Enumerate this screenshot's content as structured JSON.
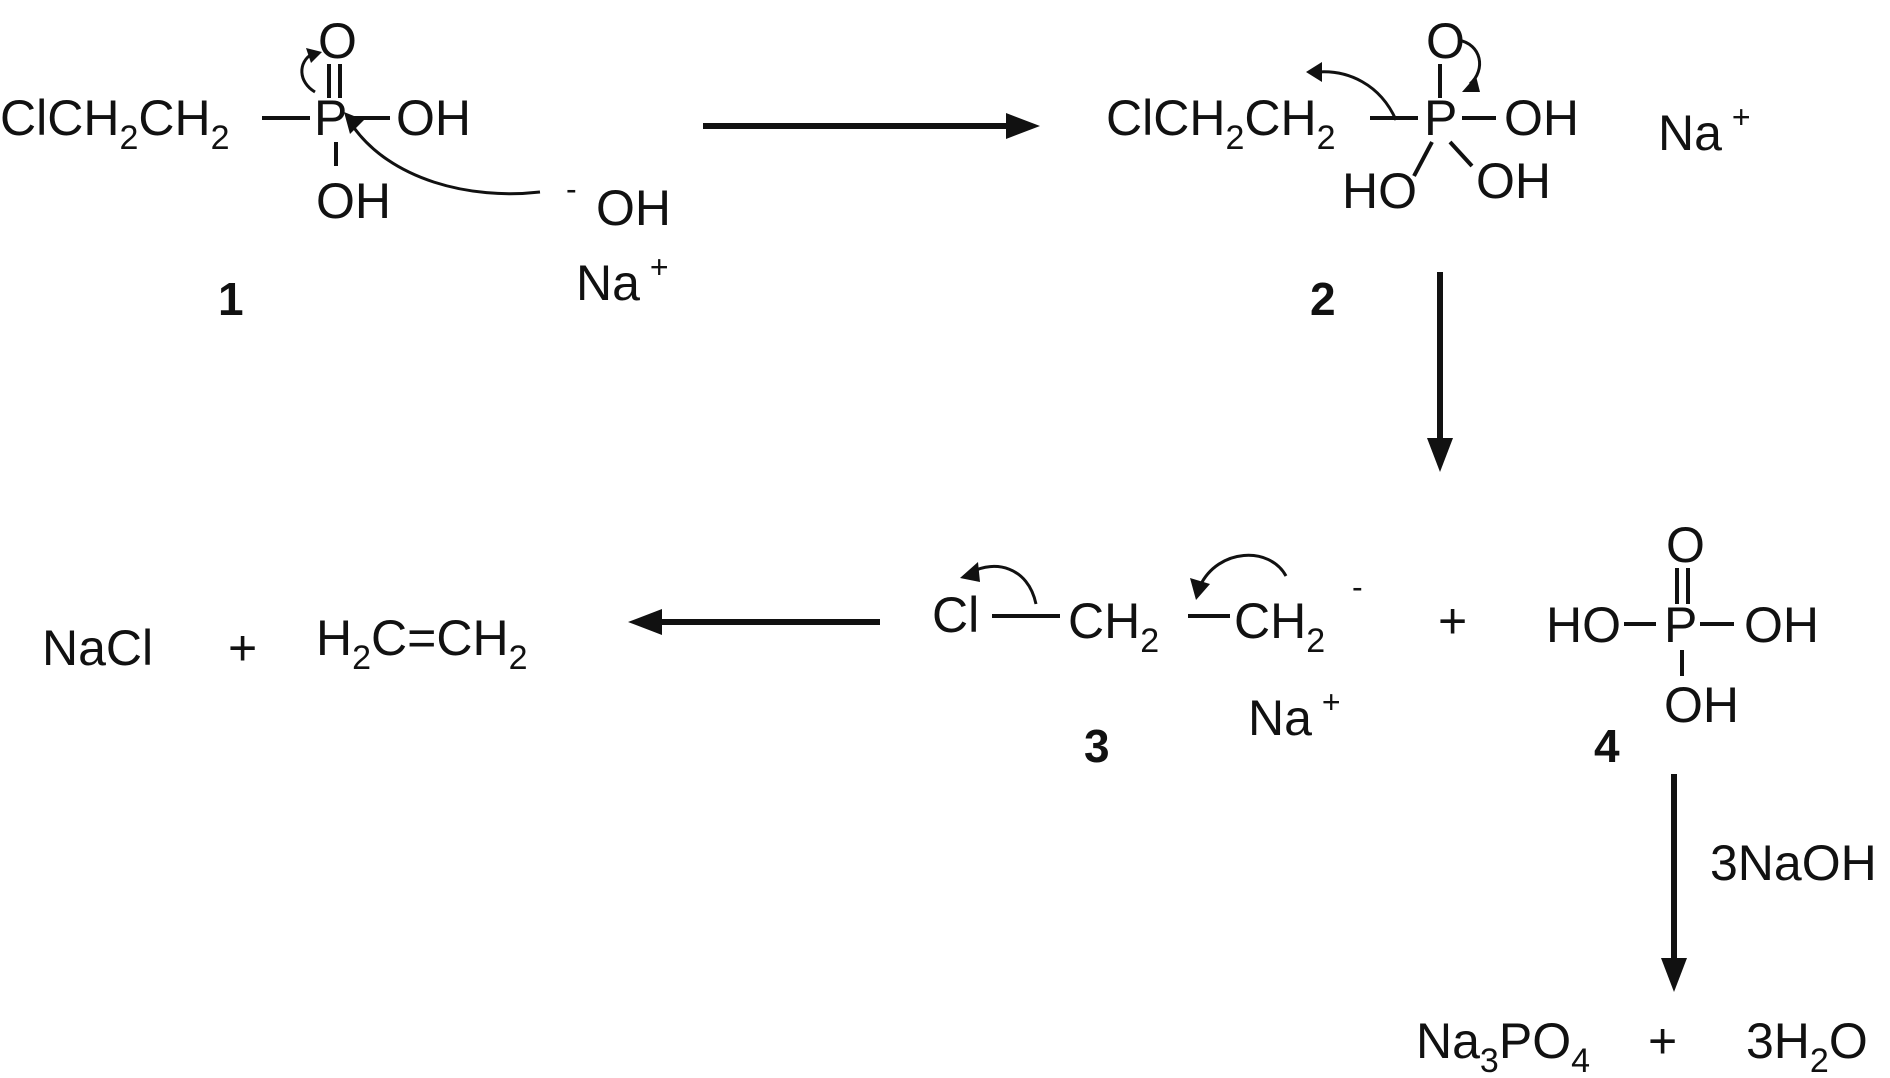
{
  "colors": {
    "ink": "#111111",
    "background": "#ffffff"
  },
  "compound1": {
    "chain": "ClCH",
    "chain_sub1": "2",
    "chain_mid": "CH",
    "chain_sub2": "2",
    "phosphorus": "P",
    "oxygen_top": "O",
    "oh_right": "OH",
    "oh_bottom": "OH",
    "label": "1"
  },
  "reagent1": {
    "hydroxide_charge": "-",
    "hydroxide": "OH",
    "sodium": "Na",
    "sodium_charge": "+"
  },
  "compound2": {
    "chain": "ClCH",
    "chain_sub1": "2",
    "chain_mid": "CH",
    "chain_sub2": "2",
    "phosphorus": "P",
    "oxygen_top": "O",
    "oh_right": "OH",
    "ho_left": "HO",
    "oh_lower_right": "OH",
    "label": "2",
    "sodium": "Na",
    "sodium_charge": "+"
  },
  "compound3": {
    "chlorine": "Cl",
    "ch2_a": "CH",
    "ch2_a_sub": "2",
    "ch2_b": "CH",
    "ch2_b_sub": "2",
    "charge": "-",
    "sodium": "Na",
    "sodium_charge": "+",
    "label": "3"
  },
  "plus_3_4": "+",
  "compound4": {
    "oxygen_top": "O",
    "ho_left": "HO",
    "phosphorus": "P",
    "oh_right": "OH",
    "oh_bottom": "OH",
    "label": "4"
  },
  "products_left": {
    "nacl": "NaCl",
    "plus": "+",
    "ethene_h": "H",
    "ethene_h_sub": "2",
    "ethene_mid": "C=CH",
    "ethene_end_sub": "2"
  },
  "final_step": {
    "reagent": "3NaOH",
    "na3po4_na": "Na",
    "na3po4_sub": "3",
    "na3po4_po": "PO",
    "na3po4_sub2": "4",
    "plus": "+",
    "water_coef": "3H",
    "water_sub": "2",
    "water_o": "O"
  }
}
